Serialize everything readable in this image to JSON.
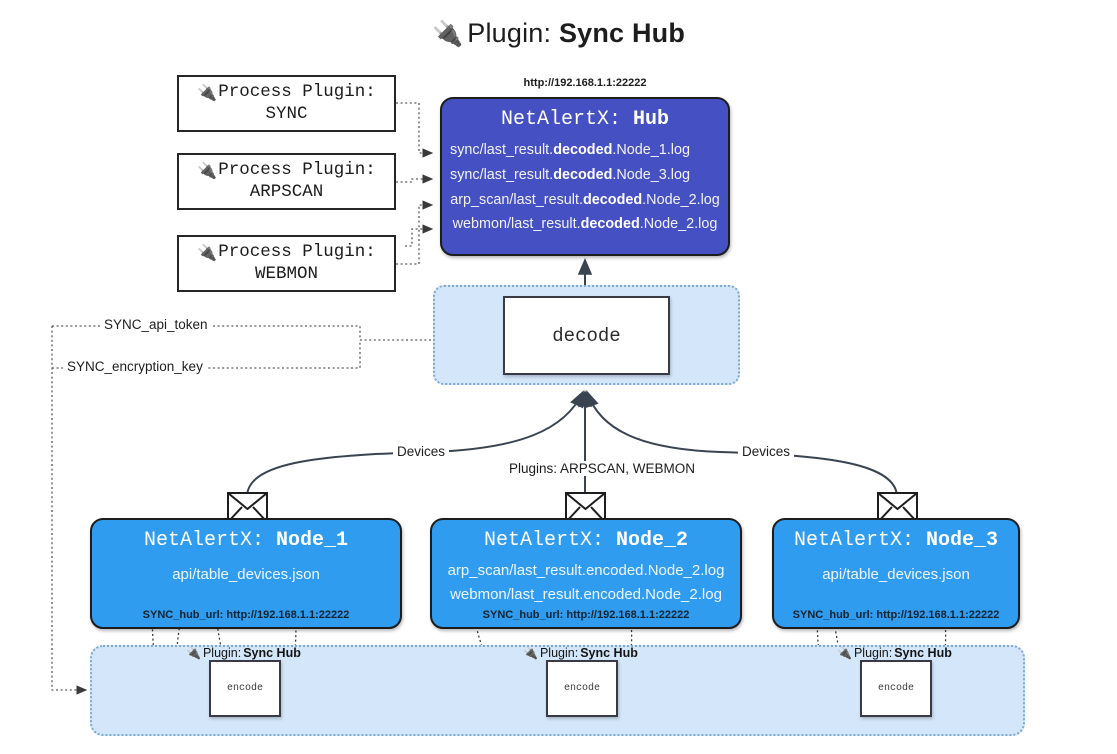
{
  "title": {
    "icon": "electric-plug-icon",
    "prefix": "Plugin:",
    "name": "Sync Hub"
  },
  "process_plugins": [
    {
      "line1": "Process Plugin:",
      "line2": "SYNC",
      "icon": "electric-plug-icon"
    },
    {
      "line1": "Process Plugin:",
      "line2": "ARPSCAN",
      "icon": "electric-plug-icon"
    },
    {
      "line1": "Process Plugin:",
      "line2": "WEBMON",
      "icon": "electric-plug-icon"
    }
  ],
  "hub": {
    "url": "http://192.168.1.1:22222",
    "header_prefix": "NetAlertX:",
    "header_name": "Hub",
    "color": "#4550c2",
    "logs": [
      {
        "pre": "sync/last_result.",
        "mid": "decoded",
        "post": ".Node_1.log"
      },
      {
        "pre": "sync/last_result.",
        "mid": "decoded",
        "post": ".Node_3.log"
      },
      {
        "pre": "arp_scan/last_result.",
        "mid": "decoded",
        "post": ".Node_2.log"
      },
      {
        "pre": "webmon/last_result.",
        "mid": "decoded",
        "post": ".Node_2.log"
      }
    ]
  },
  "decode": {
    "label": "decode",
    "container_color": "#d4e7fa"
  },
  "secrets": [
    {
      "label": "SYNC_api_token"
    },
    {
      "label": "SYNC_encryption_key"
    }
  ],
  "edge_labels": {
    "devices_left": "Devices",
    "devices_right": "Devices",
    "plugins_center": "Plugins: ARPSCAN, WEBMON"
  },
  "nodes": [
    {
      "header_prefix": "NetAlertX:",
      "header_name": "Node_1",
      "rows": [
        "api/table_devices.json"
      ],
      "url_key": "SYNC_hub_url:",
      "url_value": "http://192.168.1.1:22222",
      "color": "#2f9cf0",
      "envelope": "envelope-icon"
    },
    {
      "header_prefix": "NetAlertX:",
      "header_name": "Node_2",
      "rows": [
        "arp_scan/last_result.encoded.Node_2.log",
        "webmon/last_result.encoded.Node_2.log"
      ],
      "url_key": "SYNC_hub_url:",
      "url_value": "http://192.168.1.1:22222",
      "color": "#2f9cf0",
      "envelope": "envelope-icon"
    },
    {
      "header_prefix": "NetAlertX:",
      "header_name": "Node_3",
      "rows": [
        "api/table_devices.json"
      ],
      "url_key": "SYNC_hub_url:",
      "url_value": "http://192.168.1.1:22222",
      "color": "#2f9cf0",
      "envelope": "envelope-icon"
    }
  ],
  "encoders": [
    {
      "plugin_prefix": "Plugin:",
      "plugin_name": "Sync Hub",
      "box_label": "encode",
      "icon": "electric-plug-icon"
    },
    {
      "plugin_prefix": "Plugin:",
      "plugin_name": "Sync Hub",
      "box_label": "encode",
      "icon": "electric-plug-icon"
    },
    {
      "plugin_prefix": "Plugin:",
      "plugin_name": "Sync Hub",
      "box_label": "encode",
      "icon": "electric-plug-icon"
    }
  ]
}
